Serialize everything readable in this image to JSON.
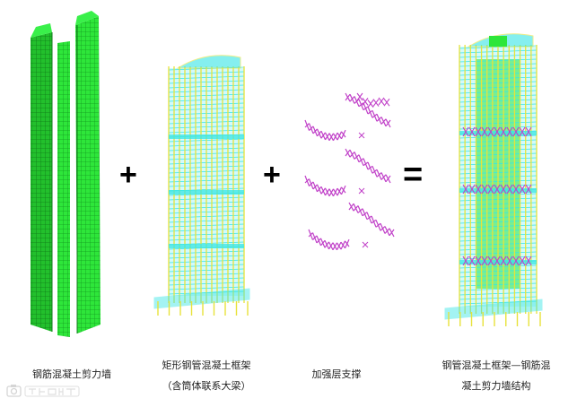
{
  "diagram": {
    "operators": [
      "+",
      "+",
      "="
    ],
    "components": [
      {
        "id": "shear-wall",
        "caption_lines": [
          "钢筋混凝土剪力墙"
        ]
      },
      {
        "id": "tube-frame",
        "caption_lines": [
          "矩形钢管混凝土框架",
          "（含筒体联系大梁）"
        ]
      },
      {
        "id": "outrigger",
        "caption_lines": [
          "加强层支撑"
        ]
      },
      {
        "id": "combined",
        "caption_lines": [
          "钢管混凝土框架—钢筋混",
          "凝土剪力墙结构"
        ]
      }
    ]
  },
  "colors": {
    "wall_green": "#2ee63a",
    "wall_dark": "#118a1c",
    "column_yellow": "#e8e23a",
    "beam_cyan": "#35e6e6",
    "brace_magenta": "#c040c8"
  },
  "watermark": {
    "icon": "camera-icon"
  }
}
